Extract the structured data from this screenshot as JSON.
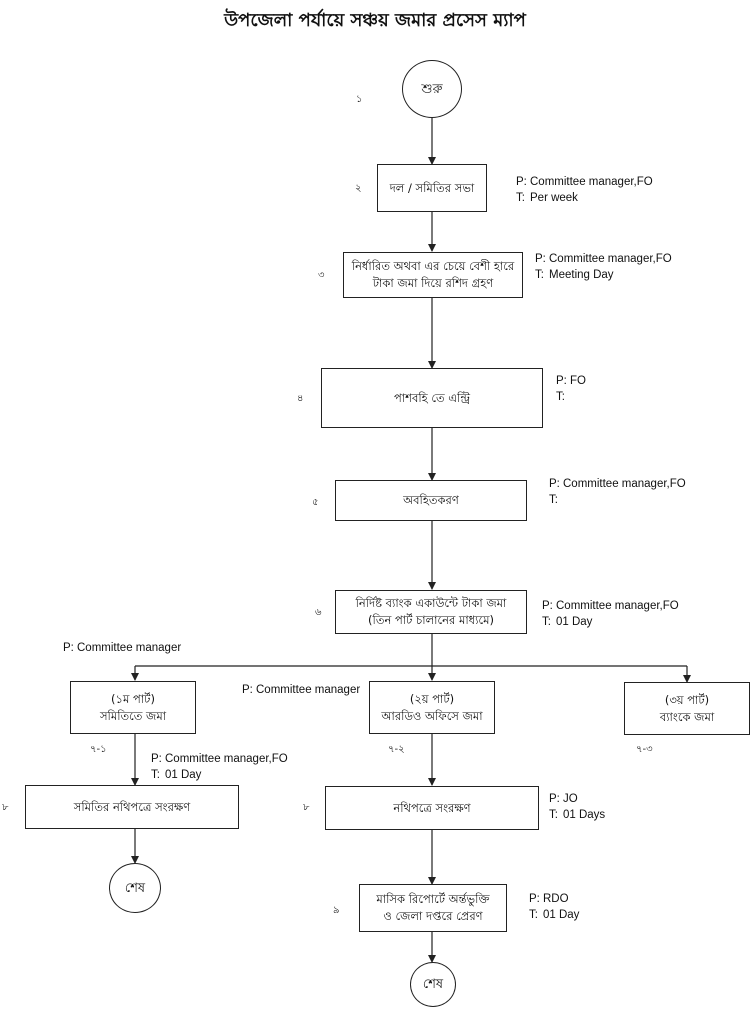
{
  "title": "উপজেলা পর্যায়ে সঞ্চয় জমার প্রসেস ম্যাপ",
  "start": "শুরু",
  "end": "শেষ",
  "nodes": {
    "n2": "দল / সমিতির সভা",
    "n3": [
      "নির্ধারিত অথবা এর চেয়ে বেশী হারে",
      "টাকা জমা দিয়ে রশিদ গ্রহণ"
    ],
    "n4": "পাশবহি তে এন্ট্রি",
    "n5": "অবহিতকরণ",
    "n6": [
      "নির্দিষ্ট ব্যাংক একাউন্টে টাকা জমা",
      "(তিন পার্ট চালানের মাধ্যমে)"
    ],
    "n71": [
      "(১ম পার্ট)",
      "সমিতিতে জমা"
    ],
    "n72": [
      "(২য় পার্ট)",
      "আরডিও অফিসে জমা"
    ],
    "n73": [
      "(৩য় পার্ট)",
      "ব্যাংকে জমা"
    ],
    "n8a": "সমিতির নথিপত্রে সংরক্ষণ",
    "n8b": "নথিপত্রে সংরক্ষণ",
    "n9": [
      "মাসিক রিপোর্টে অর্ন্তভুক্তি",
      "ও জেলা দপ্তরে প্রেরণ"
    ]
  },
  "step_numbers": {
    "s1": "১",
    "s2": "২",
    "s3": "৩",
    "s4": "৪",
    "s5": "৫",
    "s6": "৬",
    "s71": "৭-১",
    "s72": "৭-২",
    "s73": "৭-৩",
    "s8a": "৮",
    "s8b": "৮",
    "s9": "৯"
  },
  "meta_keys": {
    "p": "P:",
    "t": "T:"
  },
  "meta": {
    "m2": {
      "p": "Committee manager,FO",
      "t": "Per week"
    },
    "m3": {
      "p": "Committee manager,FO",
      "t": "Meeting Day"
    },
    "m4": {
      "p": "FO",
      "t": ""
    },
    "m5": {
      "p": "Committee manager,FO",
      "t": ""
    },
    "m6": {
      "p": "Committee manager,FO",
      "t": "01 Day"
    },
    "m_branch_left": {
      "p": "Committee manager"
    },
    "m_branch_mid": {
      "p": "Committee manager"
    },
    "m8a": {
      "p": "Committee manager,FO",
      "t": "01 Day"
    },
    "m8b": {
      "p": "JO",
      "t": "01 Days"
    },
    "m9": {
      "p": "RDO",
      "t": "01 Day"
    }
  }
}
